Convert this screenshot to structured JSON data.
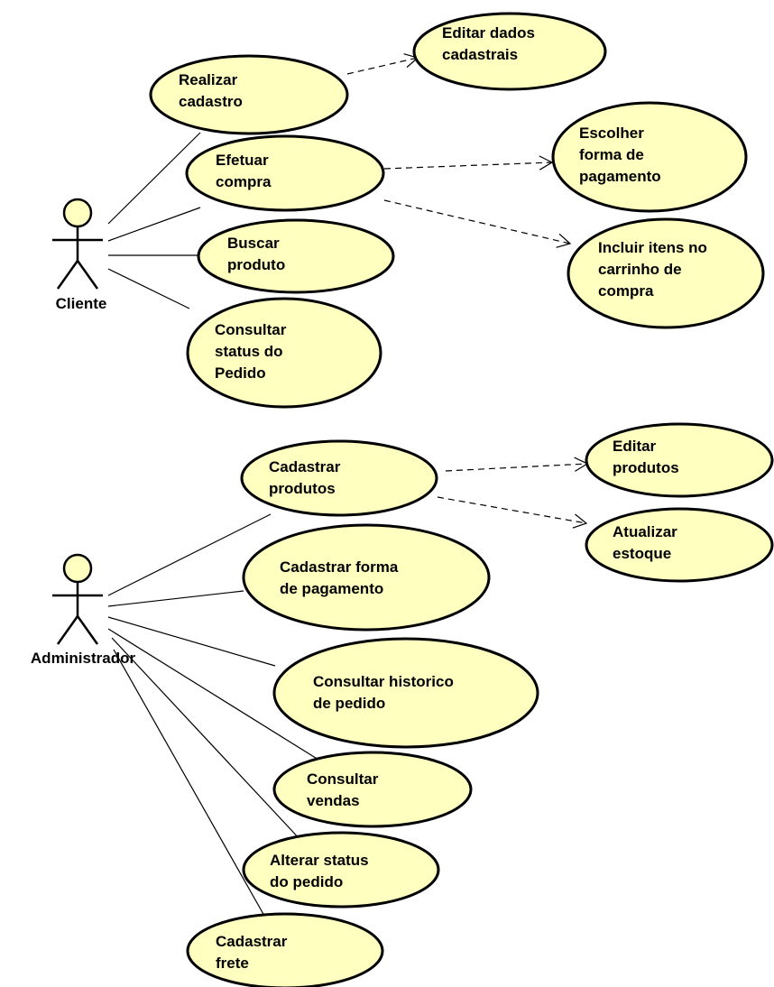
{
  "actors": [
    {
      "id": "cliente",
      "name": "Cliente"
    },
    {
      "id": "administrador",
      "name": "Administrador"
    }
  ],
  "use_cases": [
    {
      "id": "realizar-cadastro",
      "lines": [
        "Realizar",
        "cadastro"
      ]
    },
    {
      "id": "editar-dados-cadastrais",
      "lines": [
        "Editar dados",
        "cadastrais"
      ]
    },
    {
      "id": "efetuar-compra",
      "lines": [
        "Efetuar",
        "compra"
      ]
    },
    {
      "id": "escolher-forma-pagamento",
      "lines": [
        "Escolher",
        "forma de",
        "pagamento"
      ]
    },
    {
      "id": "incluir-itens-carrinho",
      "lines": [
        "Incluir itens no",
        "carrinho de",
        "compra"
      ]
    },
    {
      "id": "buscar-produto",
      "lines": [
        "Buscar",
        "produto"
      ]
    },
    {
      "id": "consultar-status-pedido",
      "lines": [
        "Consultar",
        "status do",
        "Pedido"
      ]
    },
    {
      "id": "cadastrar-produtos",
      "lines": [
        "Cadastrar",
        "produtos"
      ]
    },
    {
      "id": "editar-produtos",
      "lines": [
        "Editar",
        "produtos"
      ]
    },
    {
      "id": "atualizar-estoque",
      "lines": [
        "Atualizar",
        "estoque"
      ]
    },
    {
      "id": "cadastrar-forma-pagamento",
      "lines": [
        "Cadastrar forma",
        "de pagamento"
      ]
    },
    {
      "id": "consultar-historico-pedido",
      "lines": [
        "Consultar historico",
        "de pedido"
      ]
    },
    {
      "id": "consultar-vendas",
      "lines": [
        "Consultar",
        "vendas"
      ]
    },
    {
      "id": "alterar-status-pedido",
      "lines": [
        "Alterar status",
        "do pedido"
      ]
    },
    {
      "id": "cadastrar-frete",
      "lines": [
        "Cadastrar",
        "frete"
      ]
    }
  ],
  "associations": [
    {
      "actor": "cliente",
      "use_case": "realizar-cadastro"
    },
    {
      "actor": "cliente",
      "use_case": "efetuar-compra"
    },
    {
      "actor": "cliente",
      "use_case": "buscar-produto"
    },
    {
      "actor": "cliente",
      "use_case": "consultar-status-pedido"
    },
    {
      "actor": "administrador",
      "use_case": "cadastrar-produtos"
    },
    {
      "actor": "administrador",
      "use_case": "cadastrar-forma-pagamento"
    },
    {
      "actor": "administrador",
      "use_case": "consultar-historico-pedido"
    },
    {
      "actor": "administrador",
      "use_case": "consultar-vendas"
    },
    {
      "actor": "administrador",
      "use_case": "alterar-status-pedido"
    },
    {
      "actor": "administrador",
      "use_case": "cadastrar-frete"
    }
  ],
  "dependencies": [
    {
      "from": "realizar-cadastro",
      "to": "editar-dados-cadastrais"
    },
    {
      "from": "efetuar-compra",
      "to": "escolher-forma-pagamento"
    },
    {
      "from": "efetuar-compra",
      "to": "incluir-itens-carrinho"
    },
    {
      "from": "cadastrar-produtos",
      "to": "editar-produtos"
    },
    {
      "from": "cadastrar-produtos",
      "to": "atualizar-estoque"
    }
  ],
  "colors": {
    "use_case_fill": "#ffffc0",
    "stroke": "#000000",
    "background": "#ffffff"
  }
}
